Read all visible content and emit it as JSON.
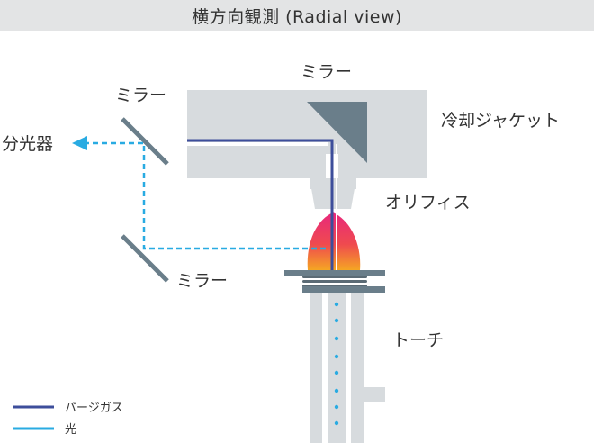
{
  "title": "横方向観測 (Radial view)",
  "labels": {
    "mirror_top": "ミラー",
    "mirror_upper_left": "ミラー",
    "mirror_lower_left": "ミラー",
    "spectrometer": "分光器",
    "cooling_jacket": "冷却ジャケット",
    "orifice": "オリフィス",
    "torch": "トーチ"
  },
  "legend": [
    {
      "label": "パージガス",
      "color": "#3d4e9b"
    },
    {
      "label": "光",
      "color": "#29abe2"
    }
  ],
  "colors": {
    "structure": "#d7dbde",
    "mirror": "#6a7e8a",
    "coil": "#5b6b75",
    "purge_gas": "#3d4e9b",
    "light": "#29abe2",
    "flame_outer": "#e8287c",
    "flame_inner": "#f5a623"
  }
}
